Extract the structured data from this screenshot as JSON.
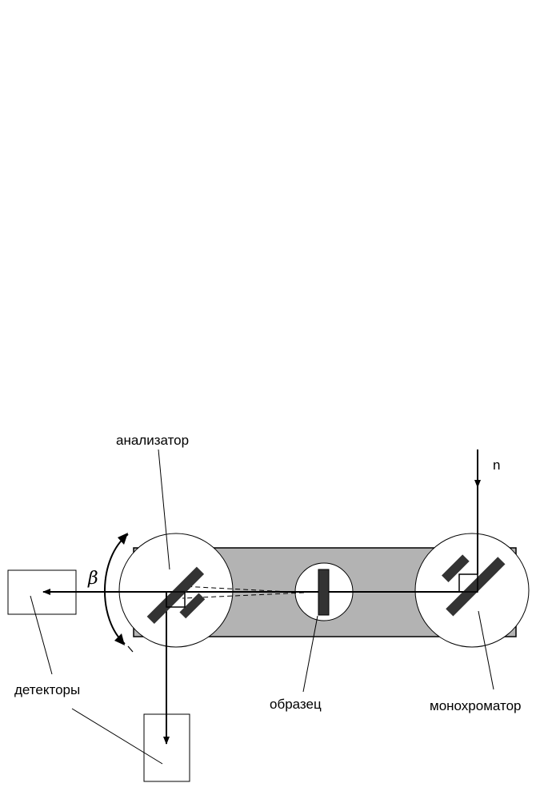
{
  "labels": {
    "analyzer": "анализатор",
    "detectors": "детекторы",
    "sample": "образец",
    "monochromator": "монохроматор",
    "neutron": "n",
    "angle": "β"
  },
  "colors": {
    "stage_fill": "#b3b3b3",
    "crystal_fill": "#333333",
    "line": "#000000",
    "circle_fill": "#ffffff"
  }
}
